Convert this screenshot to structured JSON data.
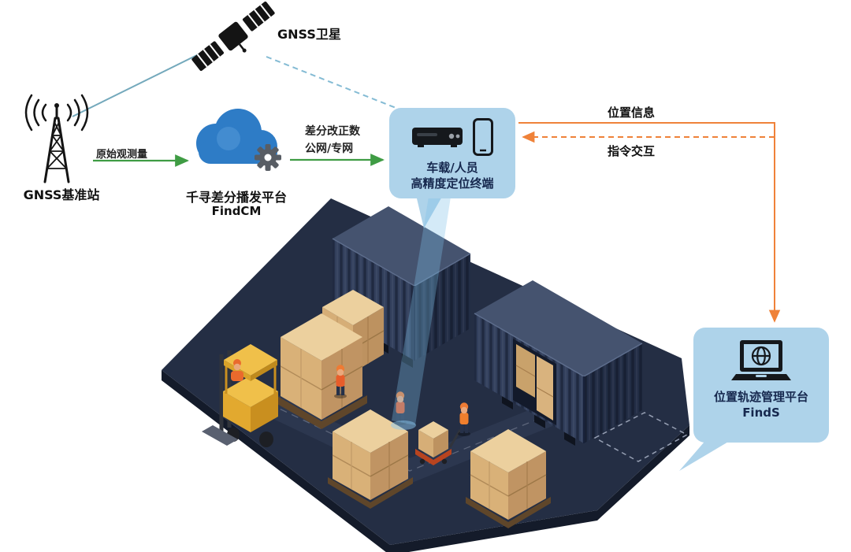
{
  "diagram": {
    "satellite_label": "GNSS卫星",
    "base_station_label": "GNSS基准站",
    "link_raw_observation": "原始观测量",
    "cloud_platform_name": "千寻差分播发平台",
    "cloud_platform_product": "FindCM",
    "link_correction_line1": "差分改正数",
    "link_correction_line2": "公网/专网",
    "terminal_line1": "车载/人员",
    "terminal_line2": "高精度定位终端",
    "link_position_info": "位置信息",
    "link_command_interaction": "指令交互",
    "management_platform_name": "位置轨迹管理平台",
    "management_platform_product": "FindS"
  },
  "colors": {
    "bubble_bg": "#aed3ea",
    "bubble_text": "#16284e",
    "cloud_blue": "#2e7cc6",
    "gear_gray": "#585d64",
    "arrow_green": "#3f9c44",
    "arrow_orange": "#ef8239",
    "satellite_link_teal": "#74a9bc",
    "satellite_link_dashed_blue": "#84bbd4",
    "platform_navy": "#242e44",
    "container_blue": "#323f5c",
    "carton_tan": "#d9b178",
    "forklift_yellow": "#f0c04a",
    "beam_blue": "#7dbee8"
  }
}
